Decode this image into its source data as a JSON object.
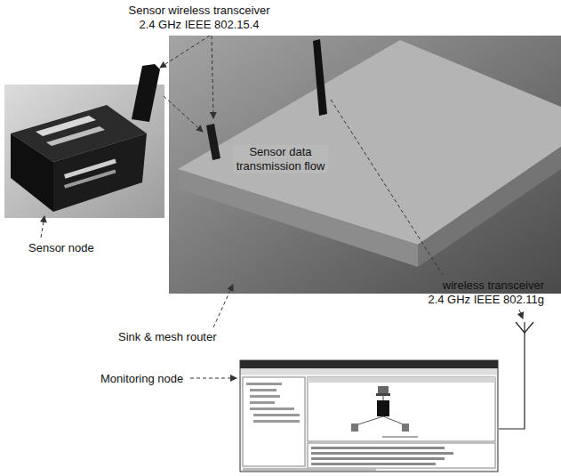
{
  "diagram": {
    "labels": [
      "Sensor wireless transceiver 2.4 GHz IEEE 802.15.4",
      "Sensor data transmission flow",
      "Sensor node",
      "wireless transceiver 2.4 GHz IEEE 802.11g",
      "Sink & mesh router",
      "Monitoring node"
    ]
  }
}
